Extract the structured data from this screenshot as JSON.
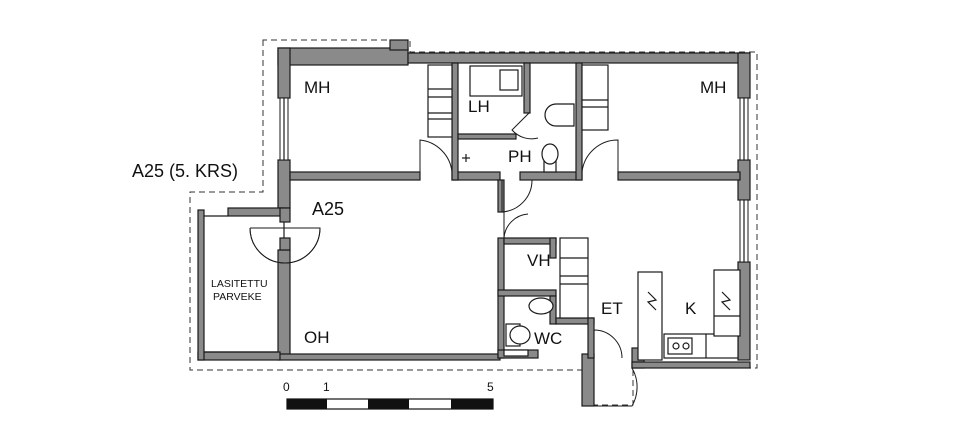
{
  "plan": {
    "apartment_title": "A25 (5. KRS)",
    "apartment_code": "A25",
    "rooms": {
      "mh_left": "MH",
      "mh_right": "MH",
      "lh": "LH",
      "ph": "PH",
      "vh": "VH",
      "wc": "WC",
      "et": "ET",
      "k": "K",
      "oh": "OH"
    },
    "balcony": {
      "line1": "LASITETTU",
      "line2": "PARVEKE"
    }
  },
  "scale_bar": {
    "tick_labels": [
      "0",
      "1",
      "5"
    ]
  }
}
